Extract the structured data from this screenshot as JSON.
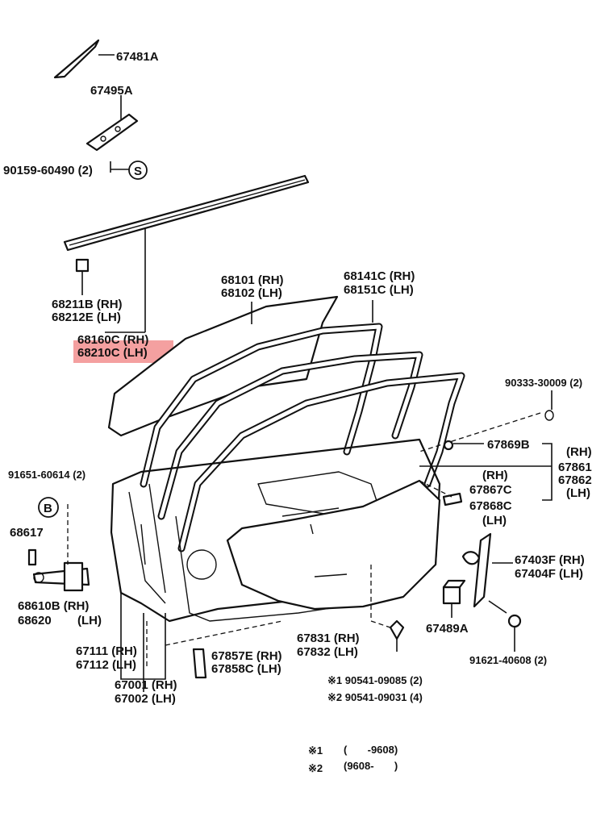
{
  "highlight_color": "#f08080",
  "labels": {
    "p67481A": "67481A",
    "p67495A": "67495A",
    "p90159": "90159-60490 (2)",
    "s_circle": "S",
    "p68211B": "68211B (RH)",
    "p68212E": "68212E (LH)",
    "p68160C": "68160C (RH)",
    "p68210C": "68210C (LH)",
    "p68101": "68101 (RH)",
    "p68102": "68102 (LH)",
    "p68141C": "68141C (RH)",
    "p68151C": "68151C (LH)",
    "p90333": "90333-30009 (2)",
    "p67869B": "67869B",
    "rh1": "(RH)",
    "p67861": "67861",
    "p67862": "67862",
    "lh1": "(LH)",
    "rh2": "(RH)",
    "p67867C": "67867C",
    "p67868C": "67868C",
    "lh2": "(LH)",
    "p91651": "91651-60614 (2)",
    "b_circle": "B",
    "p68617": "68617",
    "p68610B": "68610B (RH)",
    "p68620": "68620",
    "lh3": "(LH)",
    "p67403F": "67403F (RH)",
    "p67404F": "67404F (LH)",
    "p67489A": "67489A",
    "p91621": "91621-40608 (2)",
    "p67111": "67111 (RH)",
    "p67112": "67112 (LH)",
    "p67857E": "67857E (RH)",
    "p67858C": "67858C (LH)",
    "p67831": "67831 (RH)",
    "p67832": "67832 (LH)",
    "p67001": "67001 (RH)",
    "p67002": "67002 (LH)",
    "n1_line": "※1 90541-09085 (2)",
    "n2_line": "※2 90541-09031 (4)",
    "note1_mark": "※1",
    "note1_text": "(       -9608)",
    "note2_mark": "※2",
    "note2_text": "(9608-       )"
  }
}
